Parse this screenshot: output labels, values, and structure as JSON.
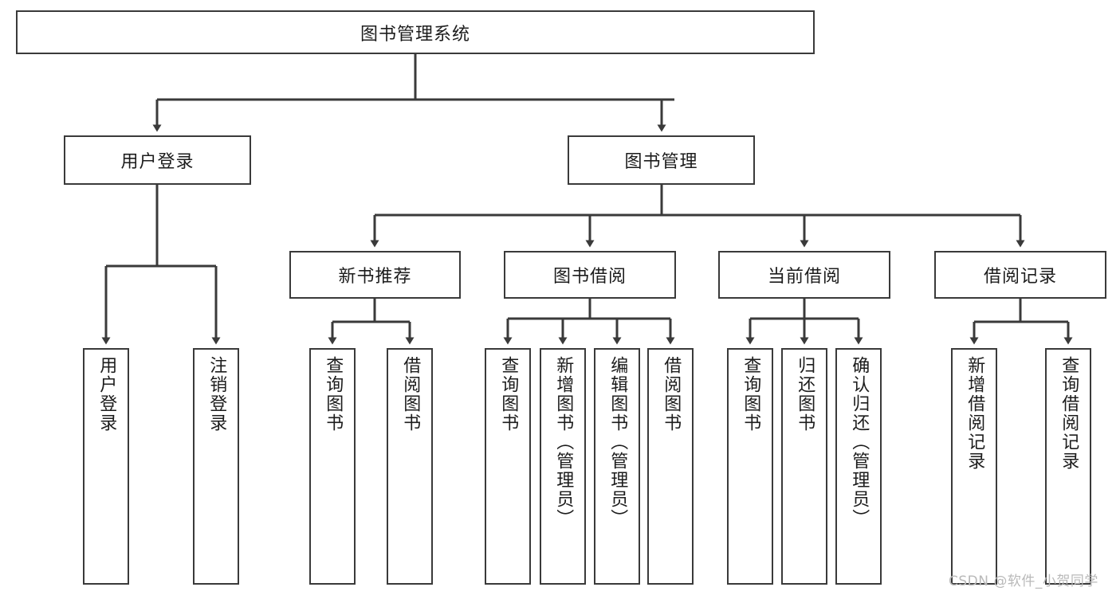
{
  "diagram": {
    "title_node": {
      "label": "图书管理系统"
    },
    "level2": [
      {
        "id": "user-login",
        "label": "用户登录"
      },
      {
        "id": "book-management",
        "label": "图书管理"
      }
    ],
    "level3": [
      {
        "id": "new-book-recommend",
        "label": "新书推荐"
      },
      {
        "id": "book-borrow",
        "label": "图书借阅"
      },
      {
        "id": "current-borrow",
        "label": "当前借阅"
      },
      {
        "id": "borrow-record",
        "label": "借阅记录"
      }
    ],
    "leaves": {
      "user_login": [
        {
          "id": "leaf-user-login",
          "label": "用户登录"
        },
        {
          "id": "leaf-logout-login",
          "label": "注销登录"
        }
      ],
      "new_book_recommend": [
        {
          "id": "leaf-query-book-1",
          "label": "查询图书"
        },
        {
          "id": "leaf-borrow-book-1",
          "label": "借阅图书"
        }
      ],
      "book_borrow": [
        {
          "id": "leaf-query-book-2",
          "label": "查询图书"
        },
        {
          "id": "leaf-add-book",
          "label": "新增图书（管理员）"
        },
        {
          "id": "leaf-edit-book",
          "label": "编辑图书（管理员）"
        },
        {
          "id": "leaf-borrow-book-2",
          "label": "借阅图书"
        }
      ],
      "current_borrow": [
        {
          "id": "leaf-query-book-3",
          "label": "查询图书"
        },
        {
          "id": "leaf-return-book",
          "label": "归还图书"
        },
        {
          "id": "leaf-confirm-return",
          "label": "确认归还（管理员）"
        }
      ],
      "borrow_record": [
        {
          "id": "leaf-add-borrow-record",
          "label": "新增借阅记录"
        },
        {
          "id": "leaf-query-borrow-record",
          "label": "查询借阅记录"
        }
      ]
    },
    "watermark": "CSDN @软件_小贺同学",
    "colors": {
      "stroke": "#3a3a3a",
      "fill": "#ffffff",
      "text": "#1c1c1c",
      "watermark": "#b9b9b9"
    }
  }
}
